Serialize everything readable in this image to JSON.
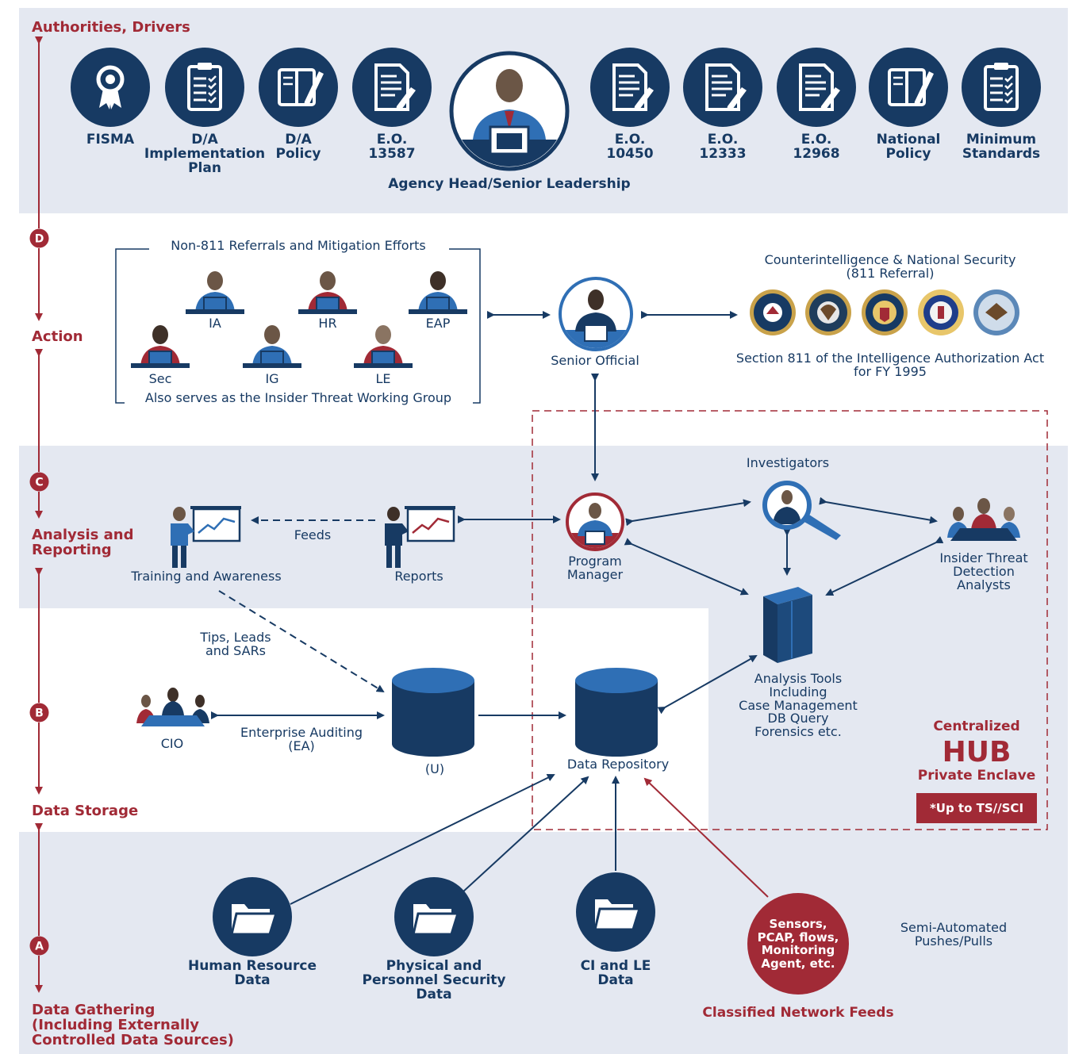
{
  "axis": {
    "stages": [
      {
        "letter": "D",
        "label": "Authorities, Drivers"
      },
      {
        "letter": "C",
        "label": "Action"
      },
      {
        "letter": "B",
        "label": "Analysis and\nReporting"
      },
      {
        "letter": "A",
        "label": "Data Storage"
      }
    ],
    "bottom_label": "Data Gathering\n(Including Externally\nControlled Data Sources)",
    "arrow_color": "#a12a36"
  },
  "authorities": {
    "items": [
      {
        "label": "FISMA",
        "icon": "award-ribbon-icon"
      },
      {
        "label": "D/A\nImplementation\nPlan",
        "icon": "checklist-icon"
      },
      {
        "label": "D/A\nPolicy",
        "icon": "policy-binder-icon"
      },
      {
        "label": "E.O.\n13587",
        "icon": "signed-document-icon"
      },
      {
        "label": "E.O.\n10450",
        "icon": "signed-document-icon"
      },
      {
        "label": "E.O.\n12333",
        "icon": "signed-document-icon"
      },
      {
        "label": "E.O.\n12968",
        "icon": "signed-document-icon"
      },
      {
        "label": "National\nPolicy",
        "icon": "policy-binder-icon"
      },
      {
        "label": "Minimum\nStandards",
        "icon": "checklist-icon"
      }
    ],
    "leader_label": "Agency Head/Senior Leadership"
  },
  "action": {
    "referrals_title": "Non-811 Referrals and Mitigation Efforts",
    "working_group_caption": "Also serves as the Insider Threat Working Group",
    "people": [
      {
        "label": "IA",
        "shirt": "#2f6fb5"
      },
      {
        "label": "HR",
        "shirt": "#a12a36"
      },
      {
        "label": "EAP",
        "shirt": "#2f6fb5"
      },
      {
        "label": "Sec",
        "shirt": "#a12a36"
      },
      {
        "label": "IG",
        "shirt": "#2f6fb5"
      },
      {
        "label": "LE",
        "shirt": "#a12a36"
      }
    ],
    "senior_official": "Senior Official",
    "ci_title": "Counterintelligence & National Security\n(811 Referral)",
    "seals": [
      "odni-seal-icon",
      "cia-seal-icon",
      "doj-seal-icon",
      "fbi-seal-icon",
      "dod-seal-icon"
    ],
    "section811": "Section 811 of the Intelligence Authorization Act\nfor FY 1995"
  },
  "analysis": {
    "training": "Training and Awareness",
    "feeds": "Feeds",
    "reports": "Reports",
    "program_manager": "Program\nManager",
    "investigators": "Investigators",
    "itd_analysts": "Insider Threat\nDetection\nAnalysts",
    "analysis_tools": "Analysis Tools\nIncluding\nCase Management\nDB Query\nForensics etc."
  },
  "storage": {
    "tips": "Tips, Leads\nand SARs",
    "cio": "CIO",
    "enterprise_auditing": "Enterprise Auditing\n(EA)",
    "unclass_db": "(U)",
    "data_repository": "Data Repository"
  },
  "hub": {
    "centralized": "Centralized",
    "hub": "HUB",
    "enclave": "Private Enclave",
    "classification": "*Up to TS//SCI"
  },
  "gathering": {
    "sources": [
      {
        "label": "Human Resource\nData",
        "icon": "folder-icon"
      },
      {
        "label": "Physical and\nPersonnel Security\nData",
        "icon": "folder-icon"
      },
      {
        "label": "CI and LE\nData",
        "icon": "folder-icon"
      }
    ],
    "sensors": "Sensors,\nPCAP, flows,\nMonitoring\nAgent, etc.",
    "classified_feeds": "Classified Network Feeds",
    "semi_automated": "Semi-Automated\nPushes/Pulls"
  },
  "colors": {
    "navy": "#173a63",
    "blue": "#2f6fb5",
    "red": "#a12a36",
    "band": "#e4e8f1"
  }
}
